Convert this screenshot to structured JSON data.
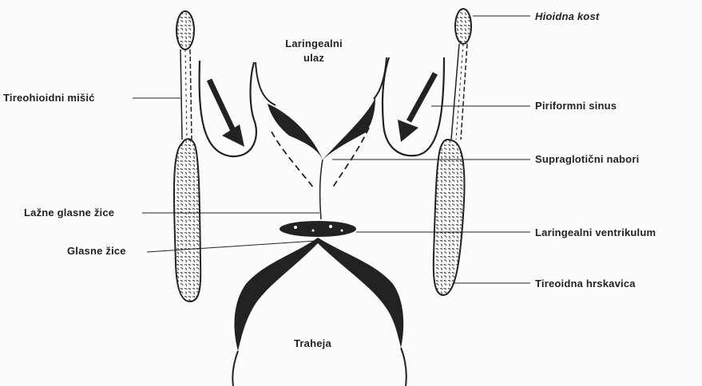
{
  "labels": {
    "laryngeal_inlet": "Laringealni\nulaz",
    "hyoid_bone": "Hioidna kost",
    "thyrohyoid_muscle": "Tireohioidni mišić",
    "piriform_sinus": "Piriformni sinus",
    "supraglottic_folds": "Supraglotični nabori",
    "false_vocal_cords": "Lažne glasne žice",
    "laryngeal_ventricle": "Laringealni ventrikulum",
    "vocal_cords": "Glasne žice",
    "thyroid_cartilage": "Tireoidna hrskavica",
    "trachea": "Traheja"
  },
  "colors": {
    "ink": "#222222",
    "paper": "#fcfcfc"
  }
}
